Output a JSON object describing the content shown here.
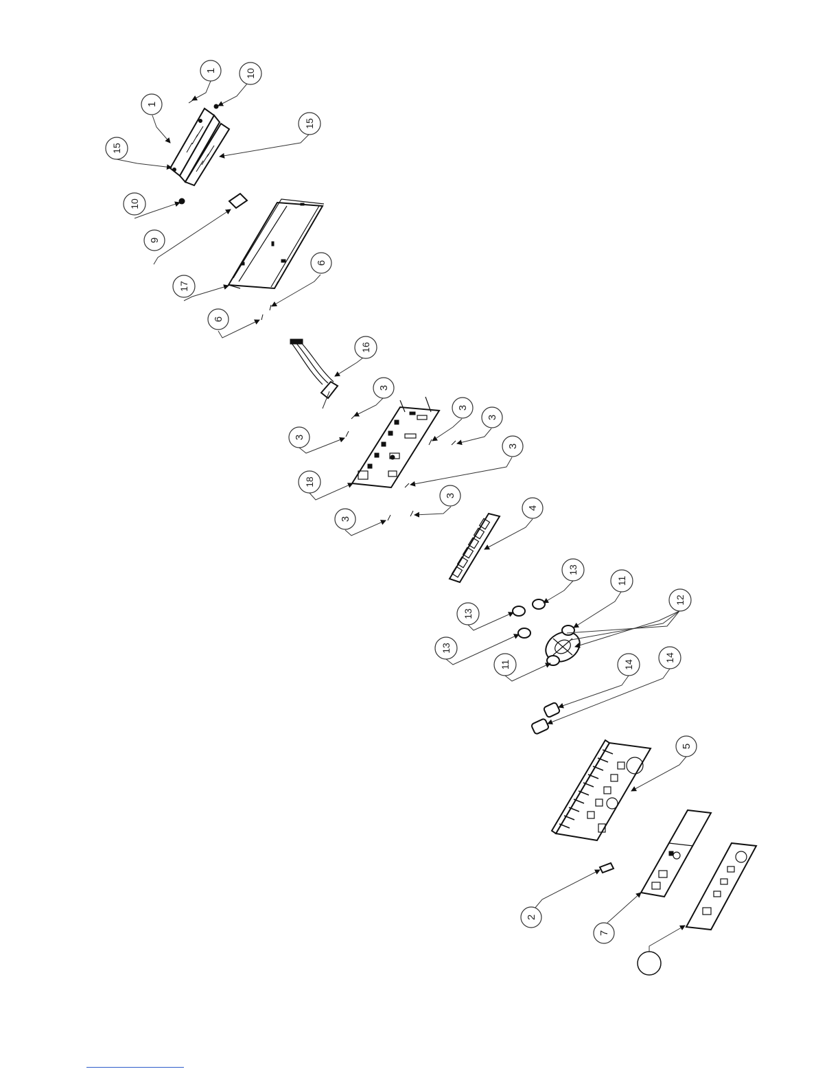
{
  "diagram": {
    "type": "exploded-parts-view",
    "callouts": [
      {
        "id": "c1a",
        "label": "1"
      },
      {
        "id": "c10a",
        "label": "10"
      },
      {
        "id": "c1b",
        "label": "1"
      },
      {
        "id": "c15a",
        "label": "15"
      },
      {
        "id": "c15b",
        "label": "15"
      },
      {
        "id": "c10b",
        "label": "10"
      },
      {
        "id": "c9",
        "label": "9"
      },
      {
        "id": "c17",
        "label": "17"
      },
      {
        "id": "c6a",
        "label": "6"
      },
      {
        "id": "c6b",
        "label": "6"
      },
      {
        "id": "c16",
        "label": "16"
      },
      {
        "id": "c3a",
        "label": "3"
      },
      {
        "id": "c3b",
        "label": "3"
      },
      {
        "id": "c3c",
        "label": "3"
      },
      {
        "id": "c3d",
        "label": "3"
      },
      {
        "id": "c3e",
        "label": "3"
      },
      {
        "id": "c3f",
        "label": "3"
      },
      {
        "id": "c3g",
        "label": "3"
      },
      {
        "id": "c18",
        "label": "18"
      },
      {
        "id": "c4",
        "label": "4"
      },
      {
        "id": "c13a",
        "label": "13"
      },
      {
        "id": "c13b",
        "label": "13"
      },
      {
        "id": "c13c",
        "label": "13"
      },
      {
        "id": "c11a",
        "label": "11"
      },
      {
        "id": "c11b",
        "label": "11"
      },
      {
        "id": "c12",
        "label": "12"
      },
      {
        "id": "c14a",
        "label": "14"
      },
      {
        "id": "c14b",
        "label": "14"
      },
      {
        "id": "c5",
        "label": "5"
      },
      {
        "id": "c2",
        "label": "2"
      },
      {
        "id": "c7",
        "label": "7"
      },
      {
        "id": "c8",
        "label": ""
      }
    ]
  },
  "colors": {
    "line": "#111111",
    "bubble_stroke": "#333333",
    "footer_link": "#2b5bc9"
  }
}
